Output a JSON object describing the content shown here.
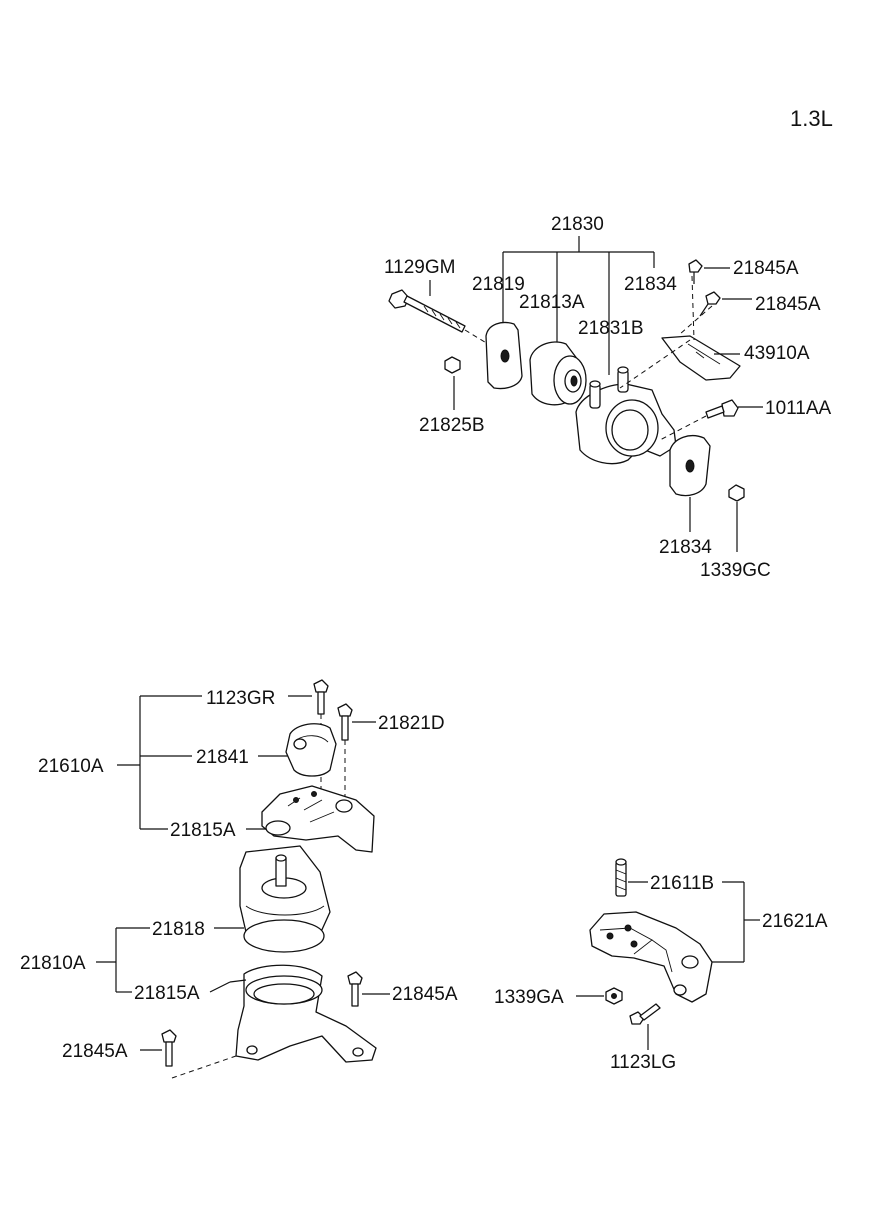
{
  "variant": "1.3L",
  "callouts": {
    "c21830": "21830",
    "c1129GM": "1129GM",
    "c21819": "21819",
    "c21813A": "21813A",
    "c21834_top": "21834",
    "c21845A_top1": "21845A",
    "c21845A_top2": "21845A",
    "c21831B": "21831B",
    "c43910A": "43910A",
    "c21825B": "21825B",
    "c1011AA": "1011AA",
    "c21834_bottom": "21834",
    "c1339GC": "1339GC",
    "c1123GR": "1123GR",
    "c21821D": "21821D",
    "c21610A": "21610A",
    "c21841": "21841",
    "c21815A_upper": "21815A",
    "c21818": "21818",
    "c21810A": "21810A",
    "c21815A_lower": "21815A",
    "c21845A_lower_right": "21845A",
    "c21845A_lower_left": "21845A",
    "c21611B": "21611B",
    "c21621A": "21621A",
    "c1339GA": "1339GA",
    "c1123LG": "1123LG"
  }
}
